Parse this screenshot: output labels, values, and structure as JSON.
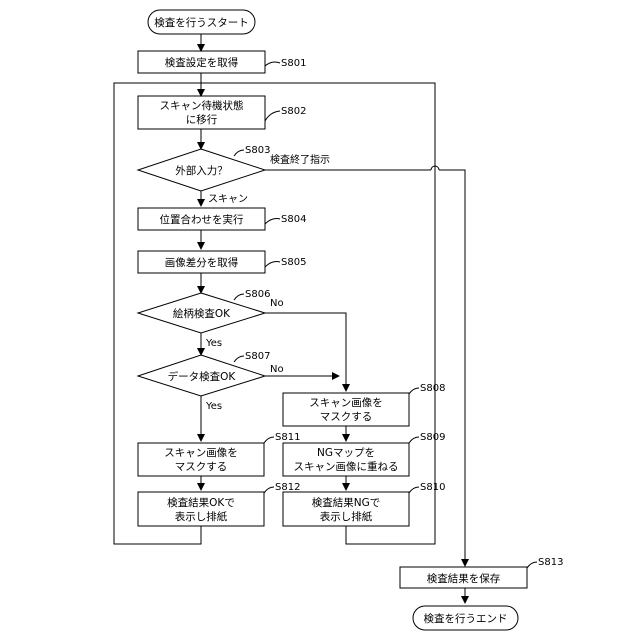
{
  "nodes": {
    "start": "検査を行うスタート",
    "s801": "検査設定を取得",
    "s802": [
      "スキャン待機状態",
      "に移行"
    ],
    "s803": "外部入力？",
    "s804": "位置合わせを実行",
    "s805": "画像差分を取得",
    "s806": "絵柄検査OK",
    "s807": "データ検査OK",
    "s808": [
      "スキャン画像を",
      "マスクする"
    ],
    "s809": [
      "NGマップを",
      "スキャン画像に重ねる"
    ],
    "s810": [
      "検査結果NGで",
      "表示し排紙"
    ],
    "s811": [
      "スキャン画像を",
      "マスクする"
    ],
    "s812": [
      "検査結果OKで",
      "表示し排紙"
    ],
    "s813": "検査結果を保存",
    "end": "検査を行うエンド"
  },
  "refs": {
    "s801": "S801",
    "s802": "S802",
    "s803": "S803",
    "s804": "S804",
    "s805": "S805",
    "s806": "S806",
    "s807": "S807",
    "s808": "S808",
    "s809": "S809",
    "s810": "S810",
    "s811": "S811",
    "s812": "S812",
    "s813": "S813"
  },
  "edges": {
    "end_instruction": "検査終了指示",
    "scan": "スキャン",
    "s806_no": "No",
    "s806_yes": "Yes",
    "s807_no": "No",
    "s807_yes": "Yes"
  }
}
